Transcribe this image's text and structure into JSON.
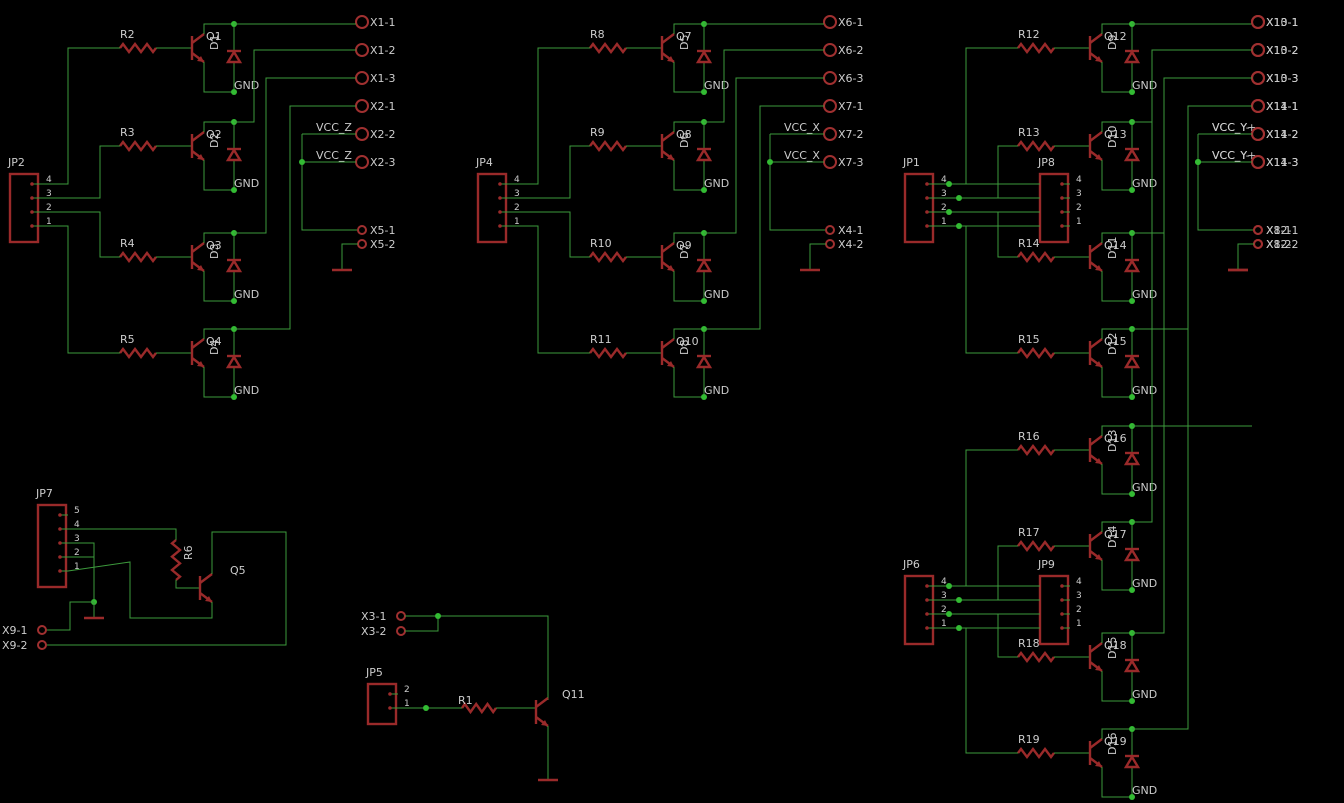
{
  "schematic": {
    "transistor_cells": [
      {
        "r": "R2",
        "q": "Q1",
        "d": "D1",
        "gnd": "GND"
      },
      {
        "r": "R3",
        "q": "Q2",
        "d": "D2",
        "gnd": "GND"
      },
      {
        "r": "R4",
        "q": "Q3",
        "d": "D3",
        "gnd": "GND"
      },
      {
        "r": "R5",
        "q": "Q4",
        "d": "D4",
        "gnd": "GND"
      },
      {
        "r": "R8",
        "q": "Q7",
        "d": "D5",
        "gnd": "GND"
      },
      {
        "r": "R9",
        "q": "Q8",
        "d": "D6",
        "gnd": "GND"
      },
      {
        "r": "R10",
        "q": "Q9",
        "d": "D7",
        "gnd": "GND"
      },
      {
        "r": "R11",
        "q": "Q10",
        "d": "D8",
        "gnd": "GND"
      },
      {
        "r": "R12",
        "q": "Q12",
        "d": "D9",
        "gnd": "GND"
      },
      {
        "r": "R13",
        "q": "Q13",
        "d": "D10",
        "gnd": "GND"
      },
      {
        "r": "R14",
        "q": "Q14",
        "d": "D11",
        "gnd": "GND"
      },
      {
        "r": "R15",
        "q": "Q15",
        "d": "D12",
        "gnd": "GND"
      },
      {
        "r": "R16",
        "q": "Q16",
        "d": "D13",
        "gnd": "GND"
      },
      {
        "r": "R17",
        "q": "Q17",
        "d": "D14",
        "gnd": "GND"
      },
      {
        "r": "R18",
        "q": "Q18",
        "d": "D15",
        "gnd": "GND"
      },
      {
        "r": "R19",
        "q": "Q19",
        "d": "D16",
        "gnd": "GND"
      }
    ],
    "connector_labels": [
      "X1-1",
      "X1-2",
      "X1-3",
      "X2-1",
      "X2-2",
      "X2-3",
      "X5-1",
      "X5-2",
      "X6-1",
      "X6-2",
      "X6-3",
      "X7-1",
      "X7-2",
      "X7-3",
      "X4-1",
      "X4-2",
      "X10-1",
      "X10-2",
      "X10-3",
      "X11-1",
      "X11-2",
      "X11-3",
      "X8-1",
      "X8-2",
      "X13-1",
      "X13-2",
      "X13-3",
      "X14-1",
      "X14-2",
      "X14-3",
      "X12-1",
      "X12-2",
      "X9-1",
      "X9-2",
      "X3-1",
      "X3-2"
    ],
    "net_labels": [
      "VCC_Z",
      "VCC_Z",
      "VCC_X",
      "VCC_X",
      "VCC_Y+",
      "VCC_Y+",
      "VCC_Y-",
      "VCC_Y-"
    ],
    "headers": [
      {
        "name": "JP2",
        "pins": [
          "4",
          "3",
          "2",
          "1"
        ]
      },
      {
        "name": "JP4",
        "pins": [
          "4",
          "3",
          "2",
          "1"
        ]
      },
      {
        "name": "JP1",
        "pins": [
          "4",
          "3",
          "2",
          "1"
        ]
      },
      {
        "name": "JP8",
        "pins": [
          "4",
          "3",
          "2",
          "1"
        ]
      },
      {
        "name": "JP6",
        "pins": [
          "4",
          "3",
          "2",
          "1"
        ]
      },
      {
        "name": "JP9",
        "pins": [
          "4",
          "3",
          "2",
          "1"
        ]
      },
      {
        "name": "JP7",
        "pins": [
          "5",
          "4",
          "3",
          "2",
          "1"
        ]
      },
      {
        "name": "JP5",
        "pins": [
          "2",
          "1"
        ]
      }
    ],
    "misc_labels": [
      "R6",
      "Q5",
      "R1",
      "Q11"
    ]
  }
}
